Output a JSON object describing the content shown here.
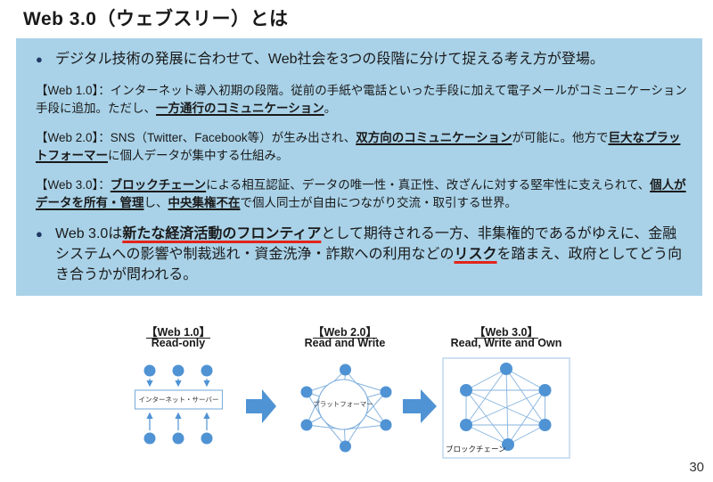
{
  "page": {
    "title": "Web 3.0（ウェブスリー）とは",
    "page_number": "30"
  },
  "colors": {
    "panel_bg": "#A9D2E8",
    "bullet": "#1F3864",
    "text": "#1a1a1a",
    "red_underline": "#E1251B",
    "node_blue": "#4F93D4",
    "line_blue": "#85B3DE",
    "arrow_blue": "#4F93D4",
    "shape_border": "#7FAFDC",
    "box_border": "#BDD7EE"
  },
  "panel": {
    "bullet_glyph": "●",
    "bullet1": "デジタル技術の発展に合わせて、Web社会を3つの段階に分けて捉える考え方が登場。",
    "web1": {
      "prefix": "【Web 1.0】：インターネット導入初期の段階。従前の手紙や電話といった手段に加えて電子メールがコミュニケーション手段に追加。ただし、",
      "em1": "一方通行のコミュニケーション",
      "suffix": "。"
    },
    "web2": {
      "prefix": "【Web 2.0】：SNS（Twitter、Facebook等）が生み出され、",
      "em1": "双方向のコミュニケーション",
      "mid1": "が可能に。他方で",
      "em2": "巨大なプラットフォーマー",
      "suffix": "に個人データが集中する仕組み。"
    },
    "web3": {
      "prefix": "【Web 3.0】：",
      "em1": "ブロックチェーン",
      "mid1": "による相互認証、データの唯一性・真正性、改ざんに対する堅牢性に支えられて、",
      "em2": "個人がデータを所有・管理",
      "mid2": "し、",
      "em3": "中央集権不在",
      "suffix": "で個人同士が自由につながり交流・取引する世界。"
    },
    "bullet2": {
      "prefix": "Web 3.0は",
      "em1": "新たな経済活動のフロンティア",
      "mid1": "として期待される一方、非集権的であるがゆえに、金融システムへの影響や制裁逃れ・資金洗浄・詐欺への利用などの",
      "em2": "リスク",
      "suffix": "を踏まえ、政府としてどう向き合うかが問われる。"
    }
  },
  "diagram": {
    "web1": {
      "title": "【Web 1.0】",
      "subtitle": "Read-only",
      "server_label": "インターネット・サーバー"
    },
    "web2": {
      "title": "【Web 2.0】",
      "subtitle": "Read and Write",
      "center_label": "プラットフォーマー"
    },
    "web3": {
      "title": "【Web 3.0】",
      "subtitle": "Read, Write and Own",
      "box_label": "ブロックチェーン"
    }
  }
}
